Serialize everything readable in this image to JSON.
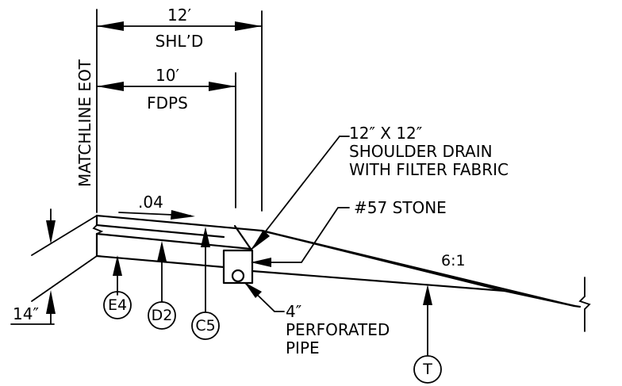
{
  "dimensions": {
    "shoulder_width": "12′",
    "shoulder_label": "SHL’D",
    "fdps_width": "10′",
    "fdps_label": "FDPS",
    "depth": "14″"
  },
  "labels": {
    "matchline": "MATCHLINE EOT",
    "slope_shoulder": ".04",
    "slope_side": "6:1",
    "drain_line1": "12″ X 12″",
    "drain_line2": "SHOULDER DRAIN",
    "drain_line3": "WITH FILTER FABRIC",
    "stone": "#57 STONE",
    "pipe_line1": "4″",
    "pipe_line2": "PERFORATED",
    "pipe_line3": "PIPE"
  },
  "callouts": {
    "e4": "E4",
    "d2": "D2",
    "c5": "C5",
    "t": "T"
  }
}
